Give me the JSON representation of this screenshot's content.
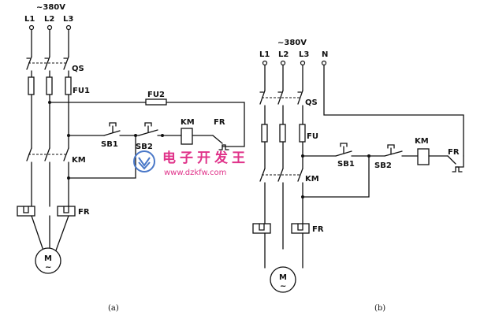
{
  "diagram_a": {
    "supply": "~380V",
    "phases": [
      "L1",
      "L2",
      "L3"
    ],
    "labels": {
      "qs": "QS",
      "fu1": "FU1",
      "fu2": "FU2",
      "sb1": "SB1",
      "sb2": "SB2",
      "km_coil": "KM",
      "fr_contact": "FR",
      "km_main": "KM",
      "fr_heater": "FR",
      "motor": "M",
      "motor_sub": "~"
    },
    "caption": "(a)"
  },
  "diagram_b": {
    "supply": "~380V",
    "phases": [
      "L1",
      "L2",
      "L3",
      "N"
    ],
    "labels": {
      "qs": "QS",
      "fu": "FU",
      "sb1": "SB1",
      "sb2": "SB2",
      "km_coil": "KM",
      "fr_contact": "FR",
      "km_main": "KM",
      "fr_heater": "FR",
      "motor": "M",
      "motor_sub": "~"
    },
    "caption": "(b)"
  },
  "watermark": {
    "text": "电子开发王",
    "url": "www.dzkfw.com",
    "accent_color": "#e0338a",
    "logo_color": "#4a78c8"
  }
}
